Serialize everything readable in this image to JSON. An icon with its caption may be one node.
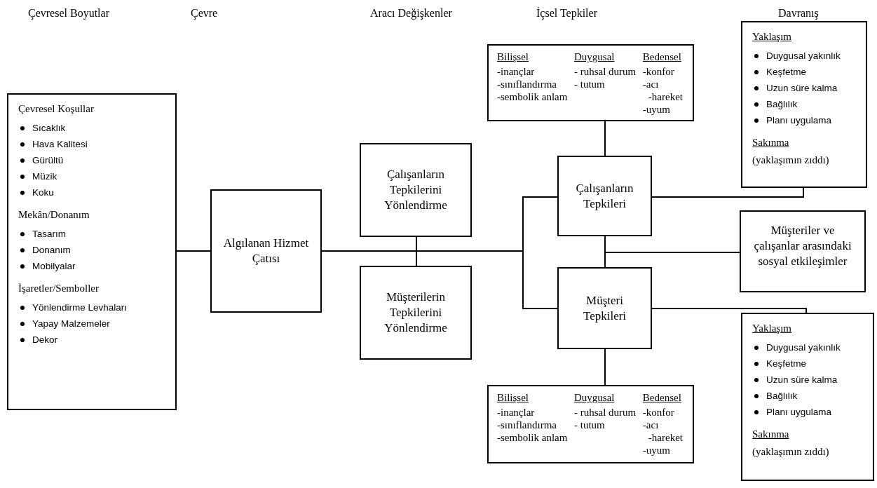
{
  "diagram": {
    "nodes": [
      {
        "text": [
          "Çevresel Koşullar",
          "Sıcaklık",
          "Hava Kalitesi",
          "Gürültü",
          "Müzik",
          "Koku",
          "Mekân/Donanım",
          "Tasarım",
          "Donanım",
          "Mobilyalar",
          "İşaretler/Semboller",
          "Yönlendirme Levhaları",
          "Yapay Malzemeler",
          "Dekor"
        ]
      },
      {
        "text": [
          "Algılanan Hizmet Çatısı"
        ]
      },
      {
        "text": [
          "Çalışanların Tepkilerini Yönlendirme"
        ]
      },
      {
        "text": [
          "Müşterilerin Tepkilerini Yönlendirme"
        ]
      },
      {
        "text": [
          "Bilişsel",
          "-inançlar",
          "-sınıflandırma",
          "-sembolik anlam",
          "Duygusal",
          "- ruhsal durum",
          "- tutum",
          "Bedensel",
          "-konfor",
          "-acı",
          "-hareket",
          "-uyum"
        ]
      },
      {
        "text": [
          "Çalışanların Tepkileri"
        ]
      },
      {
        "text": [
          "Yaklaşım",
          "Duygusal yakınlık",
          "Keşfetme",
          "Uzun süre kalma",
          "Bağlılık",
          "Planı uygulama",
          "Sakınma",
          "(yaklaşımın zıddı)"
        ]
      },
      {
        "text": [
          "Müşteriler ve çalışanlar arasındaki sosyal etkileşimler"
        ]
      },
      {
        "text": [
          "Müşteri Tepkileri"
        ]
      },
      {
        "text": [
          "Bilişsel",
          "-inançlar",
          "-sınıflandırma",
          "-sembolik anlam",
          "Duygusal",
          "- ruhsal durum",
          "- tutum",
          "Bedensel",
          "-konfor",
          "-acı",
          "-hareket",
          "-uyum"
        ]
      },
      {
        "text": [
          "Yaklaşım",
          "Duygusal yakınlık",
          "Keşfetme",
          "Uzun süre kalma",
          "Bağlılık",
          "Planı uygulama",
          "Sakınma",
          "(yaklaşımın zıddı)"
        ]
      }
    ],
    "edges": [
      {
        "from": 0,
        "to": 1,
        "arrow": "none"
      },
      {
        "from": 1,
        "to": 2,
        "arrow": "none"
      },
      {
        "from": 1,
        "to": 3,
        "arrow": "none"
      },
      {
        "from": 2,
        "to": 5,
        "arrow": "none"
      },
      {
        "from": 2,
        "to": 8,
        "arrow": "none"
      },
      {
        "from": 3,
        "to": 5,
        "arrow": "none"
      },
      {
        "from": 3,
        "to": 8,
        "arrow": "none"
      },
      {
        "from": 4,
        "to": 5,
        "arrow": "none"
      },
      {
        "from": 5,
        "to": 6,
        "arrow": "none"
      },
      {
        "from": 5,
        "to": 7,
        "arrow": "none"
      },
      {
        "from": 8,
        "to": 7,
        "arrow": "none"
      },
      {
        "from": 8,
        "to": 10,
        "arrow": "none"
      },
      {
        "from": 8,
        "to": 9,
        "arrow": "none"
      }
    ],
    "labels": [
      "Çevresel Boyutlar",
      "Çevre",
      "Aracı Değişkenler",
      "İçsel Tepkiler",
      "Davranış"
    ]
  }
}
